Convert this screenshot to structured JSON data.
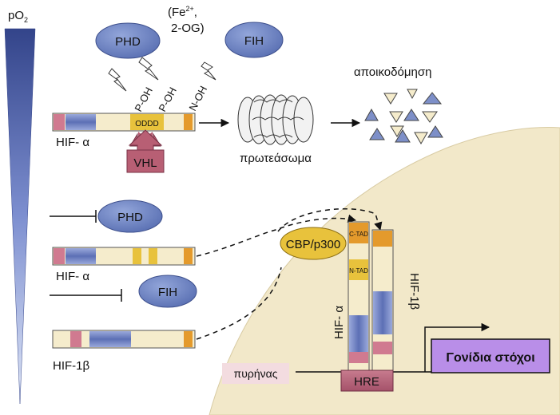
{
  "po2_label": "pO",
  "po2_sub": "2",
  "enzymes": {
    "phd": "PHD",
    "fih": "FIH",
    "cofactor_line1": "(Fe",
    "cofactor_sup": "2+",
    "cofactor_line1_end": ",",
    "cofactor_line2": "2-OG)"
  },
  "modifications": {
    "poh1": "P-OH",
    "poh2": "P-OH",
    "noh": "N-OH",
    "odd": "ODDD"
  },
  "proteins": {
    "hif_alpha": "HIF- α",
    "hif_alpha_2": "HIF- α",
    "hif_1b": "HIF-1β",
    "vhl": "VHL",
    "cbp": "CBP/p300",
    "ctad": "C-TAD",
    "ntad": "N-TAD",
    "hif_alpha_vertical": "HIF- α",
    "hif_1b_vertical": "HIF-1β"
  },
  "labels": {
    "proteasome": "πρωτεάσωμα",
    "degradation": "αποικοδόμηση",
    "nucleus": "πυρήνας",
    "hre": "HRE",
    "target_genes": "Γονίδια στόχοι"
  },
  "colors": {
    "nucleus_fill": "#f2e8c9",
    "enzyme_fill": "#6d84bf",
    "vhl_fill": "#b85f74",
    "target_box": "#b98ee8",
    "bar_fill": "#f5eccc",
    "blue_domain": "#7d8fc8",
    "pink_domain": "#d07a90",
    "yellow_domain": "#e8c23c",
    "orange_domain": "#e49a2c"
  }
}
